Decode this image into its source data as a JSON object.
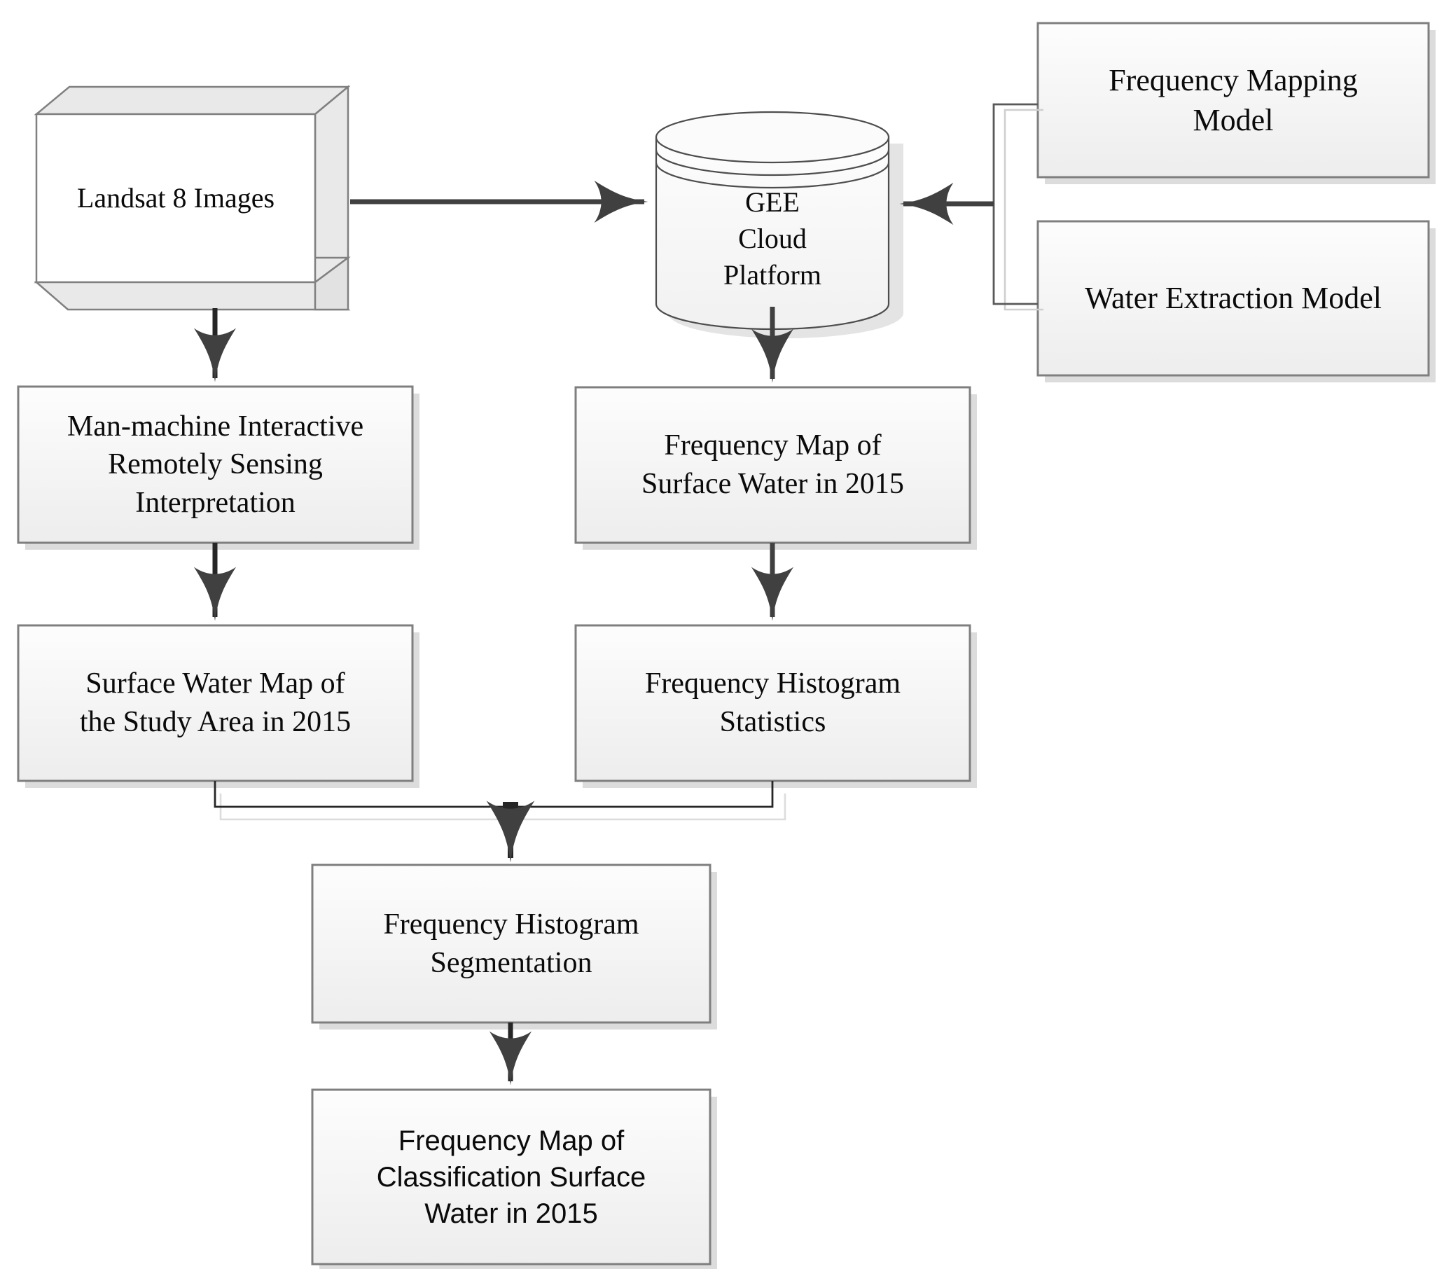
{
  "diagram": {
    "title": "Surface Water Frequency Mapping Workflow",
    "type": "flowchart",
    "background": "#ffffff",
    "palette": {
      "box_fill_top": "#fcfcfc",
      "box_fill_bottom": "#eeeeee",
      "box_stroke": "#7f7f7f",
      "cube_front_fill": "#ffffff",
      "cube_side_fill": "#e8e8e8",
      "cube_stroke": "#808080",
      "arrow": "#404040",
      "connector": "#262626",
      "shadow": "#d9d9d9",
      "text": "#0a0a0a"
    }
  },
  "nodes": [
    {
      "id": "landsat",
      "label": "Landsat 8 Images",
      "shape": "cube-3d",
      "font": "serif",
      "font_size": 40
    },
    {
      "id": "gee",
      "label": "GEE\nCloud\nPlatform",
      "shape": "cylinder-stack",
      "font": "serif",
      "font_size": 40
    },
    {
      "id": "frequency-mapping-model",
      "label": "Frequency Mapping\nModel",
      "shape": "rect",
      "font": "serif",
      "font_size": 44
    },
    {
      "id": "water-extraction-model",
      "label": "Water Extraction Model",
      "shape": "rect",
      "font": "serif",
      "font_size": 44
    },
    {
      "id": "man-machine-interpretation",
      "label": "Man-machine Interactive\nRemotely Sensing\nInterpretation",
      "shape": "rect",
      "font": "serif",
      "font_size": 42
    },
    {
      "id": "frequency-map-2015",
      "label": "Frequency Map of\nSurface Water in 2015",
      "shape": "rect",
      "font": "serif",
      "font_size": 42
    },
    {
      "id": "surface-water-map",
      "label": "Surface Water Map of\nthe Study Area in 2015",
      "shape": "rect",
      "font": "serif",
      "font_size": 42
    },
    {
      "id": "frequency-histogram-statistics",
      "label": "Frequency Histogram\nStatistics",
      "shape": "rect",
      "font": "serif",
      "font_size": 42
    },
    {
      "id": "frequency-histogram-segmentation",
      "label": "Frequency Histogram\nSegmentation",
      "shape": "rect",
      "font": "serif",
      "font_size": 42
    },
    {
      "id": "frequency-map-classification",
      "label": "Frequency Map of\nClassification Surface\nWater in 2015",
      "shape": "rect",
      "font": "sans",
      "font_size": 40
    }
  ],
  "edges": [
    {
      "id": "landsat-to-gee",
      "from": "landsat",
      "to": "gee",
      "style": "arrow-right"
    },
    {
      "id": "models-to-gee",
      "from": "frequency-mapping-model + water-extraction-model",
      "to": "gee",
      "style": "bracket-arrow-left"
    },
    {
      "id": "landsat-to-interpretation",
      "from": "landsat",
      "to": "man-machine-interpretation",
      "style": "arrow-down"
    },
    {
      "id": "gee-to-frequency-map",
      "from": "gee",
      "to": "frequency-map-2015",
      "style": "arrow-down"
    },
    {
      "id": "interpretation-to-surface-water-map",
      "from": "man-machine-interpretation",
      "to": "surface-water-map",
      "style": "arrow-down"
    },
    {
      "id": "frequency-map-to-histogram-statistics",
      "from": "frequency-map-2015",
      "to": "frequency-histogram-statistics",
      "style": "arrow-down"
    },
    {
      "id": "merge-to-segmentation",
      "from": "surface-water-map + frequency-histogram-statistics",
      "to": "frequency-histogram-segmentation",
      "style": "merge-arrow-down"
    },
    {
      "id": "segmentation-to-classification",
      "from": "frequency-histogram-segmentation",
      "to": "frequency-map-classification",
      "style": "arrow-down"
    }
  ]
}
